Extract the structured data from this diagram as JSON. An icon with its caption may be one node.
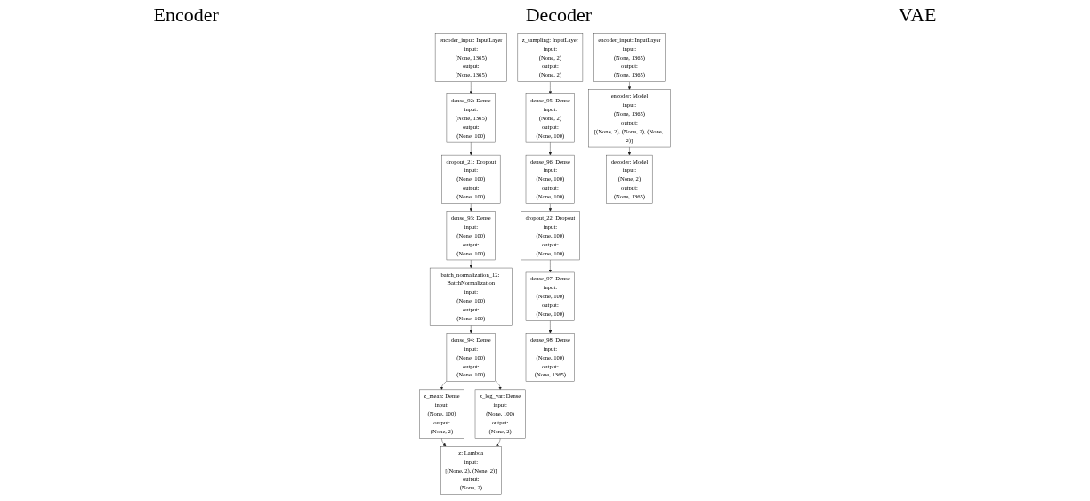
{
  "diagram": {
    "nodes": [
      {
        "text": [
          "encoder_input: InputLayer",
          "input:",
          "(None, 1365)",
          "output:",
          "(None, 1365)"
        ]
      },
      {
        "text": [
          "dense_92: Dense",
          "input:",
          "(None, 1365)",
          "output:",
          "(None, 100)"
        ]
      },
      {
        "text": [
          "dropout_21: Dropout",
          "input:",
          "(None, 100)",
          "output:",
          "(None, 100)"
        ]
      },
      {
        "text": [
          "dense_93: Dense",
          "input:",
          "(None, 100)",
          "output:",
          "(None, 100)"
        ]
      },
      {
        "text": [
          "batch_normalization_12: BatchNormalization",
          "input:",
          "(None, 100)",
          "output:",
          "(None, 100)"
        ]
      },
      {
        "text": [
          "dense_94: Dense",
          "input:",
          "(None, 100)",
          "output:",
          "(None, 100)"
        ]
      },
      {
        "text": [
          "z_mean: Dense",
          "input:",
          "(None, 100)",
          "output:",
          "(None, 2)"
        ]
      },
      {
        "text": [
          "z_log_var: Dense",
          "input:",
          "(None, 100)",
          "output:",
          "(None, 2)"
        ]
      },
      {
        "text": [
          "z: Lambda",
          "input:",
          "[(None, 2), (None, 2)]",
          "output:",
          "(None, 2)"
        ]
      },
      {
        "text": [
          "z_sampling: InputLayer",
          "input:",
          "(None, 2)",
          "output:",
          "(None, 2)"
        ]
      },
      {
        "text": [
          "dense_95: Dense",
          "input:",
          "(None, 2)",
          "output:",
          "(None, 100)"
        ]
      },
      {
        "text": [
          "dense_96: Dense",
          "input:",
          "(None, 100)",
          "output:",
          "(None, 100)"
        ]
      },
      {
        "text": [
          "dropout_22: Dropout",
          "input:",
          "(None, 100)",
          "output:",
          "(None, 100)"
        ]
      },
      {
        "text": [
          "dense_97: Dense",
          "input:",
          "(None, 100)",
          "output:",
          "(None, 100)"
        ]
      },
      {
        "text": [
          "dense_98: Dense",
          "input:",
          "(None, 100)",
          "output:",
          "(None, 1365)"
        ]
      },
      {
        "text": [
          "encoder_input: InputLayer",
          "input:",
          "(None, 1365)",
          "output:",
          "(None, 1365)"
        ]
      },
      {
        "text": [
          "encoder: Model",
          "input:",
          "(None, 1365)",
          "output:",
          "[(None, 2), (None, 2), (None, 2)]"
        ]
      },
      {
        "text": [
          "decoder: Model",
          "input:",
          "(None, 2)",
          "output:",
          "(None, 1365)"
        ]
      }
    ],
    "edges": [
      {
        "from": 0,
        "to": 1,
        "arrow": "to"
      },
      {
        "from": 1,
        "to": 2,
        "arrow": "to"
      },
      {
        "from": 2,
        "to": 3,
        "arrow": "to"
      },
      {
        "from": 3,
        "to": 4,
        "arrow": "to"
      },
      {
        "from": 4,
        "to": 5,
        "arrow": "to"
      },
      {
        "from": 5,
        "to": 6,
        "arrow": "to"
      },
      {
        "from": 5,
        "to": 7,
        "arrow": "to"
      },
      {
        "from": 6,
        "to": 8,
        "arrow": "to"
      },
      {
        "from": 7,
        "to": 8,
        "arrow": "to"
      },
      {
        "from": 9,
        "to": 10,
        "arrow": "to"
      },
      {
        "from": 10,
        "to": 11,
        "arrow": "to"
      },
      {
        "from": 11,
        "to": 12,
        "arrow": "to"
      },
      {
        "from": 12,
        "to": 13,
        "arrow": "to"
      },
      {
        "from": 13,
        "to": 14,
        "arrow": "to"
      },
      {
        "from": 15,
        "to": 16,
        "arrow": "to"
      },
      {
        "from": 16,
        "to": 17,
        "arrow": "to"
      }
    ],
    "labels": [
      "Encoder",
      "Decoder",
      "VAE"
    ]
  }
}
